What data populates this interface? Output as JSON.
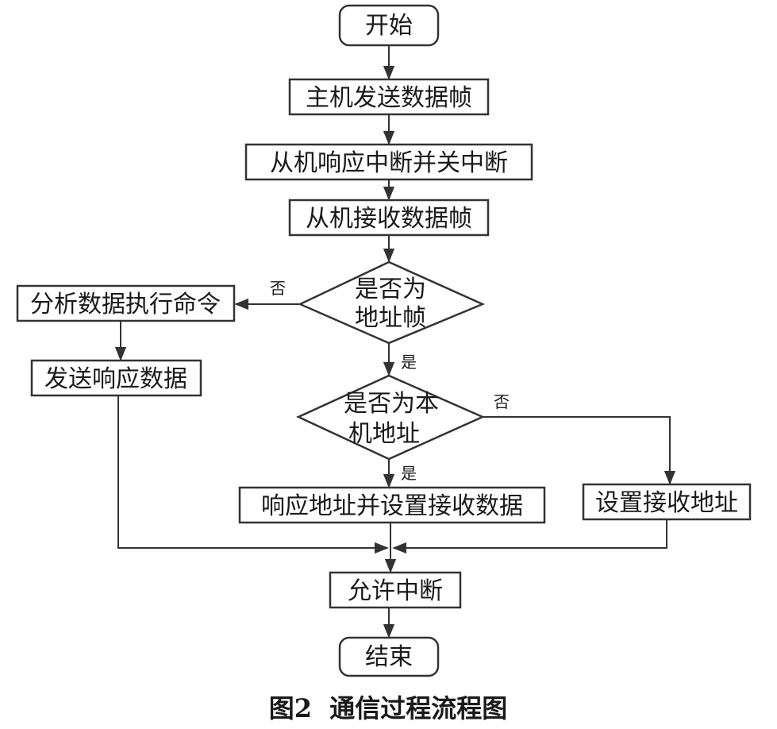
{
  "nodes": {
    "start": "开始",
    "host_send": "主机发送数据帧",
    "slave_interrupt": "从机响应中断并关中断",
    "slave_receive": "从机接收数据帧",
    "is_address_frame": [
      "是否为",
      "地址帧"
    ],
    "analyze_execute": "分析数据执行命令",
    "send_response": "发送响应数据",
    "is_local_address": [
      "是否为本",
      "机地址"
    ],
    "respond_address": "响应地址并设置接收数据",
    "set_receive_address": "设置接收地址",
    "allow_interrupt": "允许中断",
    "end": "结束"
  },
  "edge_labels": {
    "no_1": "否",
    "yes_1": "是",
    "no_2": "否",
    "yes_2": "是"
  },
  "caption": "图2  通信过程流程图",
  "colors": {
    "stroke": "#333333",
    "text": "#1a1a1a",
    "background": "#ffffff"
  }
}
